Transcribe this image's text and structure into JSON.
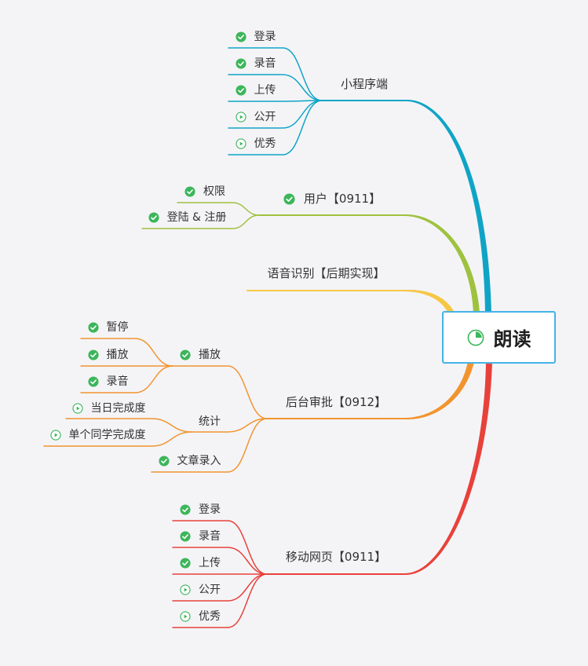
{
  "central_topic": {
    "label": "朗读",
    "marker": "pie-progress-icon",
    "progress": 0.25,
    "border_color": "#46b3e6"
  },
  "marker_color": "#3cb65a",
  "branches": [
    {
      "label": "小程序端",
      "color": "#0fa4c6",
      "marker": null,
      "children": [
        {
          "label": "登录",
          "marker": "check-circle-icon"
        },
        {
          "label": "录音",
          "marker": "check-circle-icon"
        },
        {
          "label": "上传",
          "marker": "check-circle-icon"
        },
        {
          "label": "公开",
          "marker": "play-circle-icon"
        },
        {
          "label": "优秀",
          "marker": "play-circle-icon"
        }
      ]
    },
    {
      "label": "用户【0911】",
      "color": "#9ec23f",
      "marker": "check-circle-icon",
      "children": [
        {
          "label": "权限",
          "marker": "check-circle-icon"
        },
        {
          "label": "登陆 & 注册",
          "marker": "check-circle-icon"
        }
      ]
    },
    {
      "label": "语音识别【后期实现】",
      "color": "#f6c744",
      "marker": null,
      "children": []
    },
    {
      "label": "后台审批【0912】",
      "color": "#f2942e",
      "marker": null,
      "children": [
        {
          "label": "播放",
          "marker": "check-circle-icon",
          "children": [
            {
              "label": "暂停",
              "marker": "check-circle-icon"
            },
            {
              "label": "播放",
              "marker": "check-circle-icon"
            },
            {
              "label": "录音",
              "marker": "check-circle-icon"
            }
          ]
        },
        {
          "label": "统计",
          "marker": null,
          "children": [
            {
              "label": "当日完成度",
              "marker": "play-circle-icon"
            },
            {
              "label": "单个同学完成度",
              "marker": "play-circle-icon"
            }
          ]
        },
        {
          "label": "文章录入",
          "marker": "check-circle-icon",
          "children": []
        }
      ]
    },
    {
      "label": "移动网页【0911】",
      "color": "#e8413a",
      "marker": null,
      "children": [
        {
          "label": "登录",
          "marker": "check-circle-icon"
        },
        {
          "label": "录音",
          "marker": "check-circle-icon"
        },
        {
          "label": "上传",
          "marker": "check-circle-icon"
        },
        {
          "label": "公开",
          "marker": "play-circle-icon"
        },
        {
          "label": "优秀",
          "marker": "play-circle-icon"
        }
      ]
    }
  ]
}
